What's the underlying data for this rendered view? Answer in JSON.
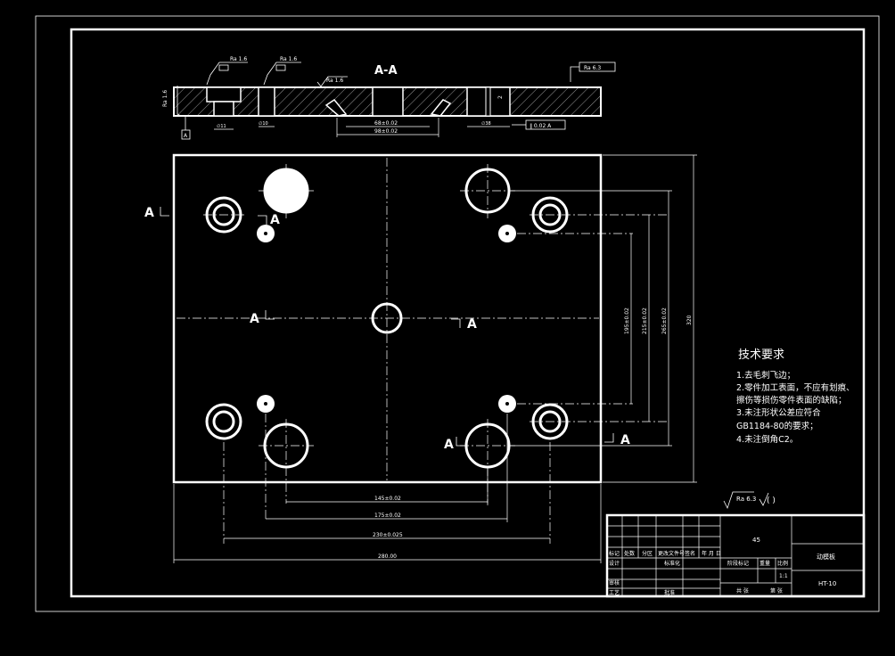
{
  "section_title": "A-A",
  "section_label": "A",
  "roughness": {
    "r1": "Ra 1.6",
    "r2": "Ra 1.6",
    "r3": "Ra 1.6",
    "r4": "Ra 1.6",
    "r5": "Ra 6.3"
  },
  "tech": {
    "title": "技术要求",
    "lines": [
      "1.去毛刺飞边；",
      "2.零件加工表面，不应有划痕、",
      "擦伤等损伤零件表面的缺陷；",
      "3.未注形状公差应符合",
      "GB1184-80的要求；",
      "4.未注倒角C2。"
    ]
  },
  "dims": {
    "h1": "145±0.02",
    "h2": "175±0.02",
    "h3": "230±0.025",
    "h4": "280.00",
    "v1": "195±0.02",
    "v2": "215±0.02",
    "v3": "265±0.02",
    "v4": "320",
    "sec1": "68±0.02",
    "sec2": "98±0.02"
  },
  "title_block": {
    "row1": [
      "标记",
      "处数",
      "分区",
      "更改文件号",
      "签名",
      "年 月 日"
    ],
    "row2": [
      "设计",
      "",
      "标准化"
    ],
    "row3": [
      "审核"
    ],
    "row4": [
      "工艺",
      "",
      "批准"
    ],
    "stage_labels": [
      "阶段标记",
      "重量",
      "比例"
    ],
    "scale": "1:1",
    "sheet": [
      "共 张",
      "第 张"
    ],
    "material": "45",
    "part_name": "动模板",
    "drawing_no": "HT-10"
  }
}
